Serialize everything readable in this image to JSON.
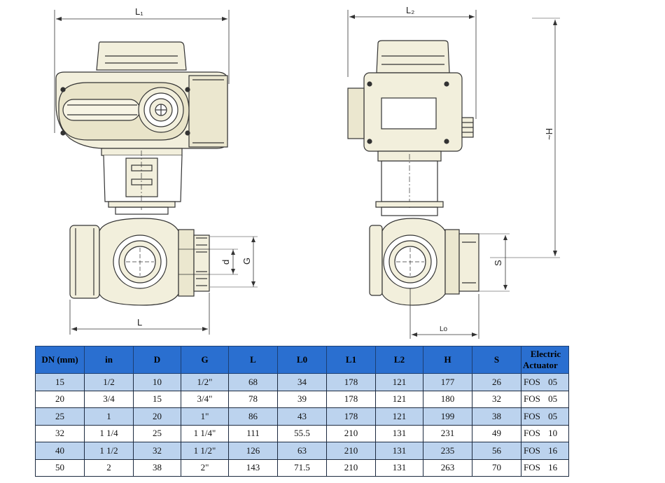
{
  "drawing": {
    "labels": {
      "l1": "L₁",
      "l2": "L₂",
      "h": "~H",
      "l": "L",
      "lo": "Lo",
      "d": "d",
      "g": "G",
      "s": "S"
    }
  },
  "table": {
    "headers": [
      "DN (mm)",
      "in",
      "D",
      "G",
      "L",
      "L0",
      "L1",
      "L2",
      "H",
      "S",
      "Electric Actuator"
    ],
    "header_actuator_line1": "Electric",
    "header_actuator_line2": "Actuator",
    "rows": [
      [
        "15",
        "1/2",
        "10",
        "1/2\"",
        "68",
        "34",
        "178",
        "121",
        "177",
        "26",
        "FOS 05"
      ],
      [
        "20",
        "3/4",
        "15",
        "3/4\"",
        "78",
        "39",
        "178",
        "121",
        "180",
        "32",
        "FOS 05"
      ],
      [
        "25",
        "1",
        "20",
        "1\"",
        "86",
        "43",
        "178",
        "121",
        "199",
        "38",
        "FOS 05"
      ],
      [
        "32",
        "1 1/4",
        "25",
        "1 1/4\"",
        "111",
        "55.5",
        "210",
        "131",
        "231",
        "49",
        "FOS 10"
      ],
      [
        "40",
        "1 1/2",
        "32",
        "1 1/2\"",
        "126",
        "63",
        "210",
        "131",
        "235",
        "56",
        "FOS 16"
      ],
      [
        "50",
        "2",
        "38",
        "2\"",
        "143",
        "71.5",
        "210",
        "131",
        "263",
        "70",
        "FOS 16"
      ]
    ]
  },
  "colors": {
    "header_bg": "#2a6fd0",
    "row_alt_bg": "#bcd3ee",
    "actuator_fill": "#f2efdc"
  }
}
